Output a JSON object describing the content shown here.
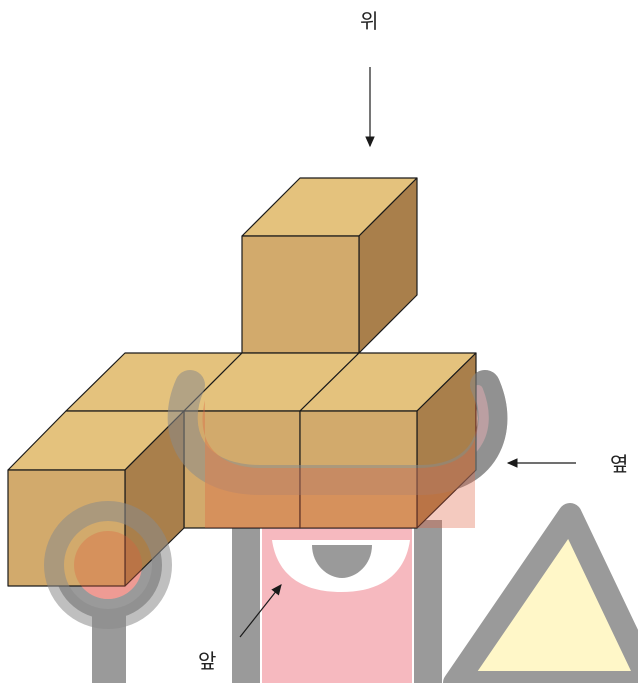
{
  "labels": {
    "top": "위",
    "side": "옆",
    "front": "앞"
  },
  "colors": {
    "top_face": "#e4c27d",
    "front_face": "#d2aa6c",
    "side_face": "#a97f4b",
    "edge": "#1a1a1a",
    "watermark_gray": "#9a9a9a",
    "watermark_pink": "#f6b9bf",
    "watermark_orange": "#d95a3a",
    "watermark_yellow": "#fff7c8"
  },
  "watermark": "logo"
}
